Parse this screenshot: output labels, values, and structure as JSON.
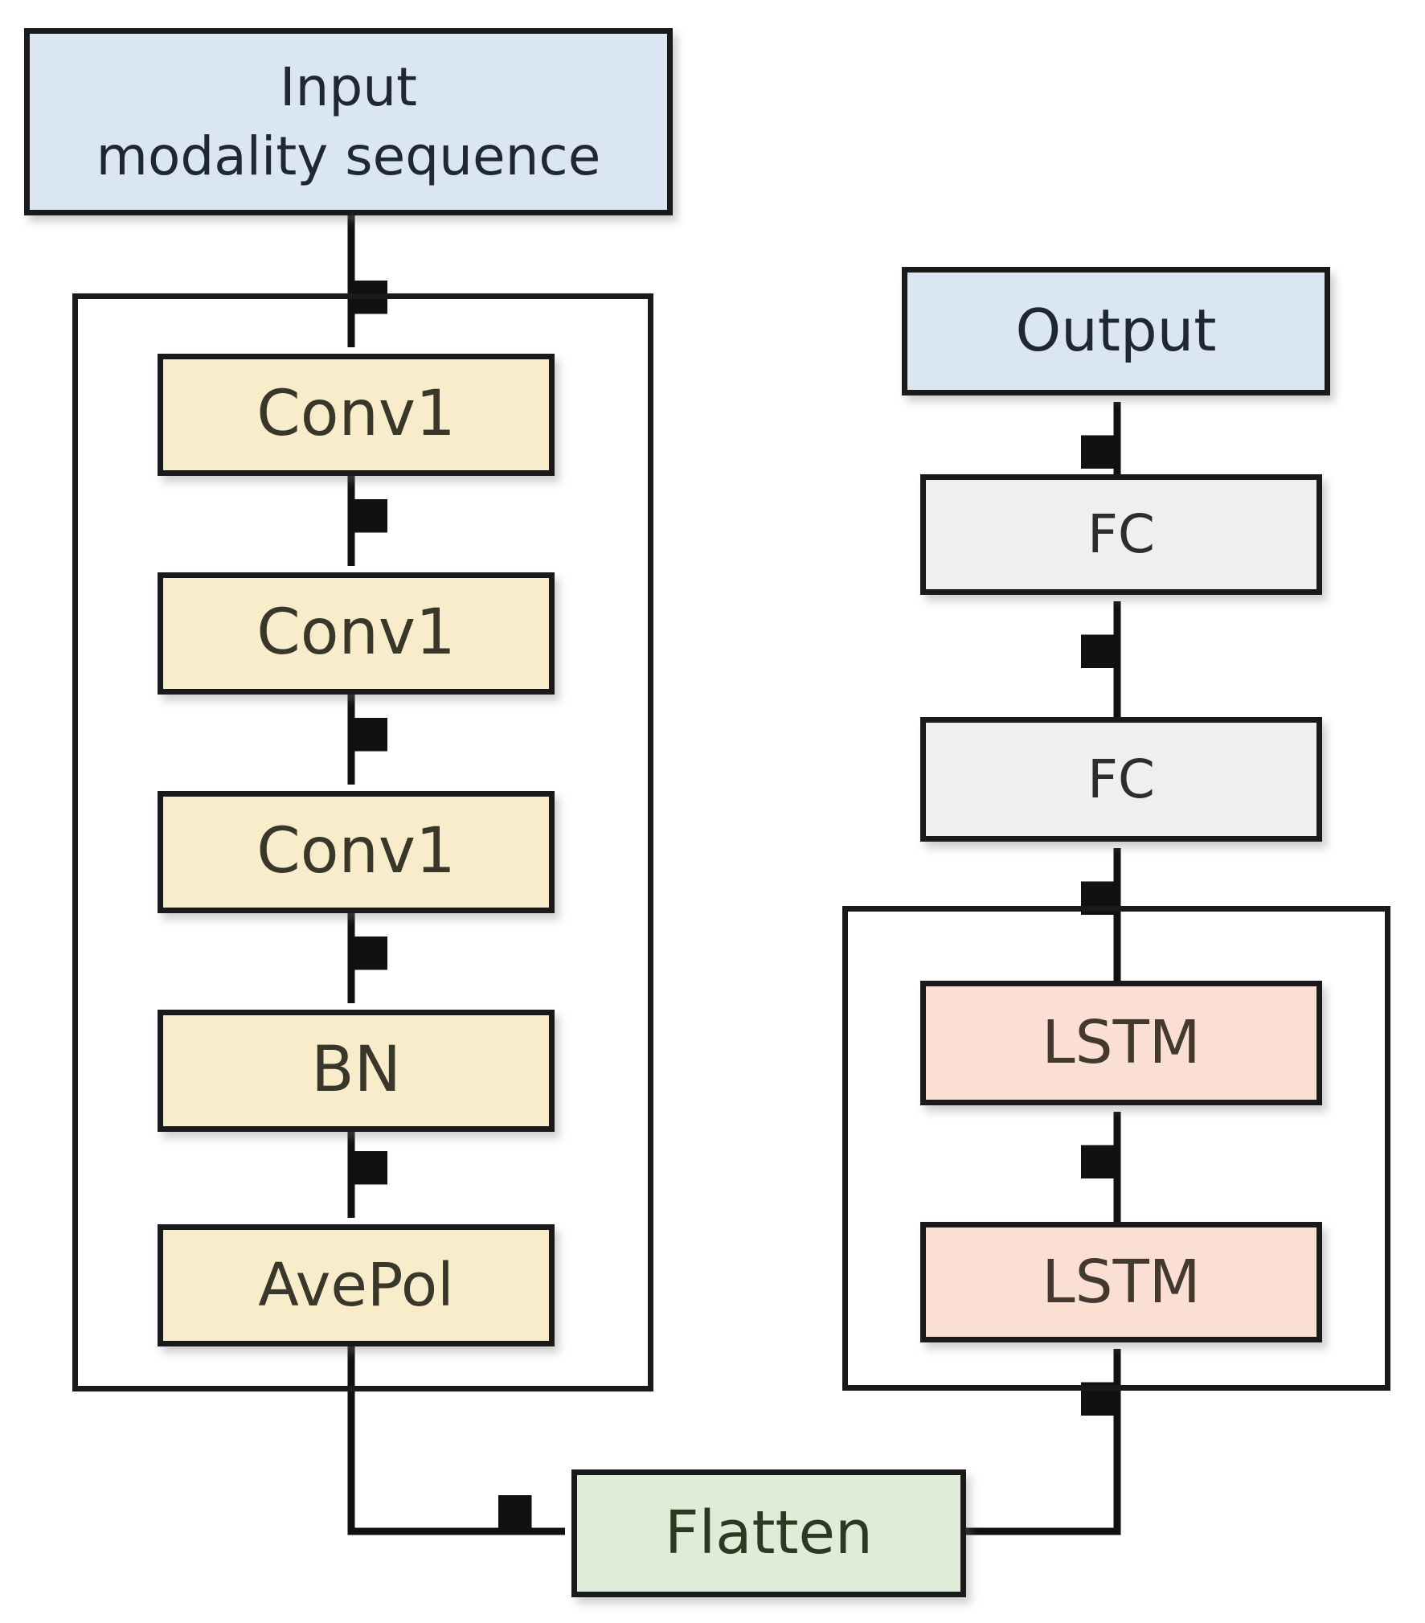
{
  "palette": {
    "background": "#ffffff",
    "border": "#1a1a1a",
    "arrow": "#111111",
    "blue_fill": "#dbe6f3",
    "tan_fill": "#f8ecca",
    "gray_fill": "#efefef",
    "pink_fill": "#fbdfd2",
    "green_fill": "#dfecd7"
  },
  "diagram": {
    "input": {
      "line1": "Input",
      "line2": "modality sequence"
    },
    "cnn_branch": {
      "conv1": "Conv1",
      "conv2": "Conv1",
      "conv3": "Conv1",
      "bn": "BN",
      "avepol": "AvePol"
    },
    "flatten": {
      "label": "Flatten"
    },
    "lstm_branch": {
      "lstm_top": "LSTM",
      "lstm_bottom": "LSTM"
    },
    "fc_top": {
      "label": "FC"
    },
    "fc_bottom": {
      "label": "FC"
    },
    "output": {
      "label": "Output"
    }
  }
}
